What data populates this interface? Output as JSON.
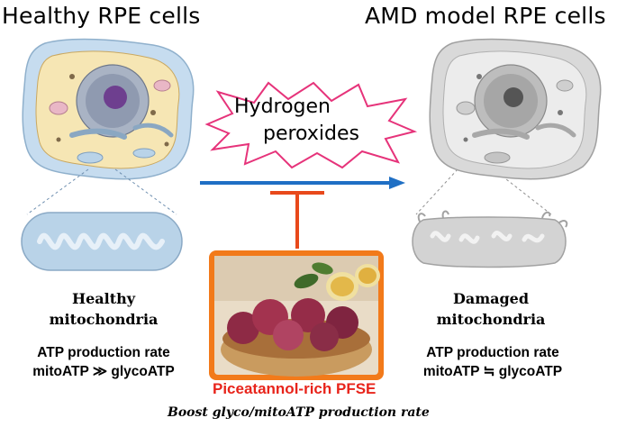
{
  "healthy": {
    "title": "Healthy RPE cells",
    "mito_label_line1": "Healthy",
    "mito_label_line2": "mitochondria",
    "atp_line1": "ATP production rate",
    "atp_line2": "mitoATP ≫ glycoATP"
  },
  "amd": {
    "title": "AMD model RPE cells",
    "mito_label_line1": "Damaged",
    "mito_label_line2": "mitochondria",
    "atp_line1": "ATP production rate",
    "atp_line2": "mitoATP ≒ glycoATP"
  },
  "stress": {
    "line1": "Hydrogen",
    "line2": "peroxides"
  },
  "treatment": {
    "label": "Piceatannol-rich PFSE",
    "effect": "Boost glyco/mitoATP production rate"
  },
  "colors": {
    "arrow": "#1f6fc4",
    "inhibitor": "#e8491b",
    "burst_stroke": "#e6337a",
    "photo_frame": "#f27a1a",
    "pfse_text": "#e8241b",
    "cell_outer": "#c6dcef",
    "cell_cytoplasm": "#f6e6b4",
    "mito_healthy": "#b9d3e8"
  }
}
